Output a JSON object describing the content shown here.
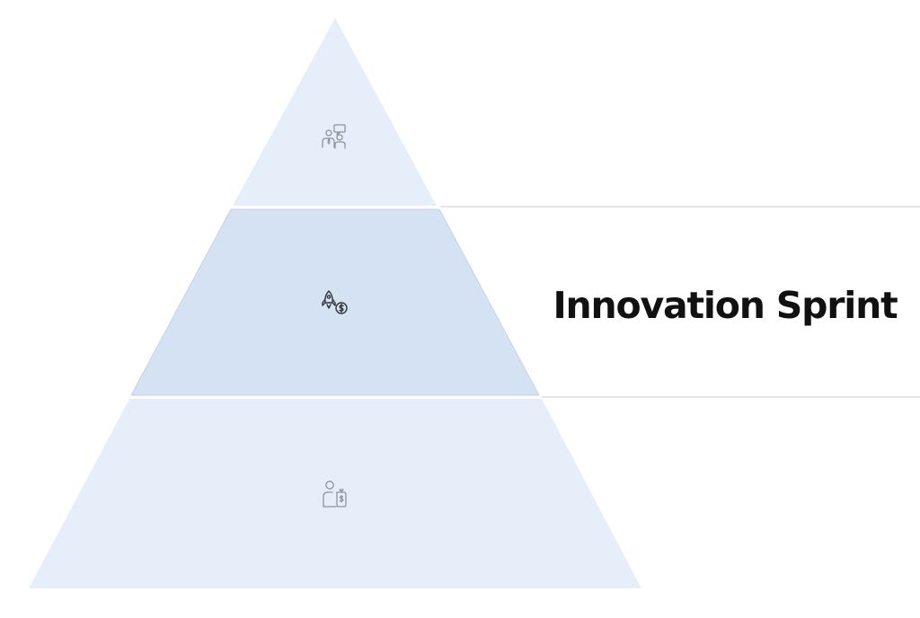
{
  "diagram": {
    "type": "pyramid",
    "tiers": [
      {
        "level": "top",
        "icon": "team-presentation-icon",
        "highlighted": false,
        "label": ""
      },
      {
        "level": "middle",
        "icon": "rocket-dollar-icon",
        "highlighted": true,
        "label": "Innovation Sprint"
      },
      {
        "level": "bottom",
        "icon": "person-money-icon",
        "highlighted": false,
        "label": ""
      }
    ]
  },
  "colors": {
    "tier_fill": "#e6eff9",
    "tier_highlight_fill": "#d5e2f4",
    "separator": "#d8dee6",
    "icon_stroke": "#8d939b",
    "icon_highlight_stroke": "#2f3338",
    "label_text": "#111111"
  }
}
